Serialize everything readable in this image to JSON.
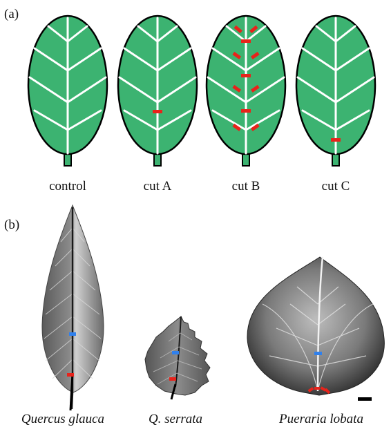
{
  "figure": {
    "panel_a": {
      "label": "(a)",
      "leaf_color": "#3cb371",
      "cut_color": "#e8231b",
      "leaves": [
        {
          "caption": "control"
        },
        {
          "caption": "cut A"
        },
        {
          "caption": "cut B"
        },
        {
          "caption": "cut C"
        }
      ]
    },
    "panel_b": {
      "label": "(b)",
      "marker_blue": "#2f80ed",
      "marker_red": "#e8231b",
      "specimens": [
        {
          "species": "Quercus glauca"
        },
        {
          "species": "Q. serrata"
        },
        {
          "species": "Pueraria lobata"
        }
      ],
      "scale_bar": "scale-bar"
    }
  }
}
